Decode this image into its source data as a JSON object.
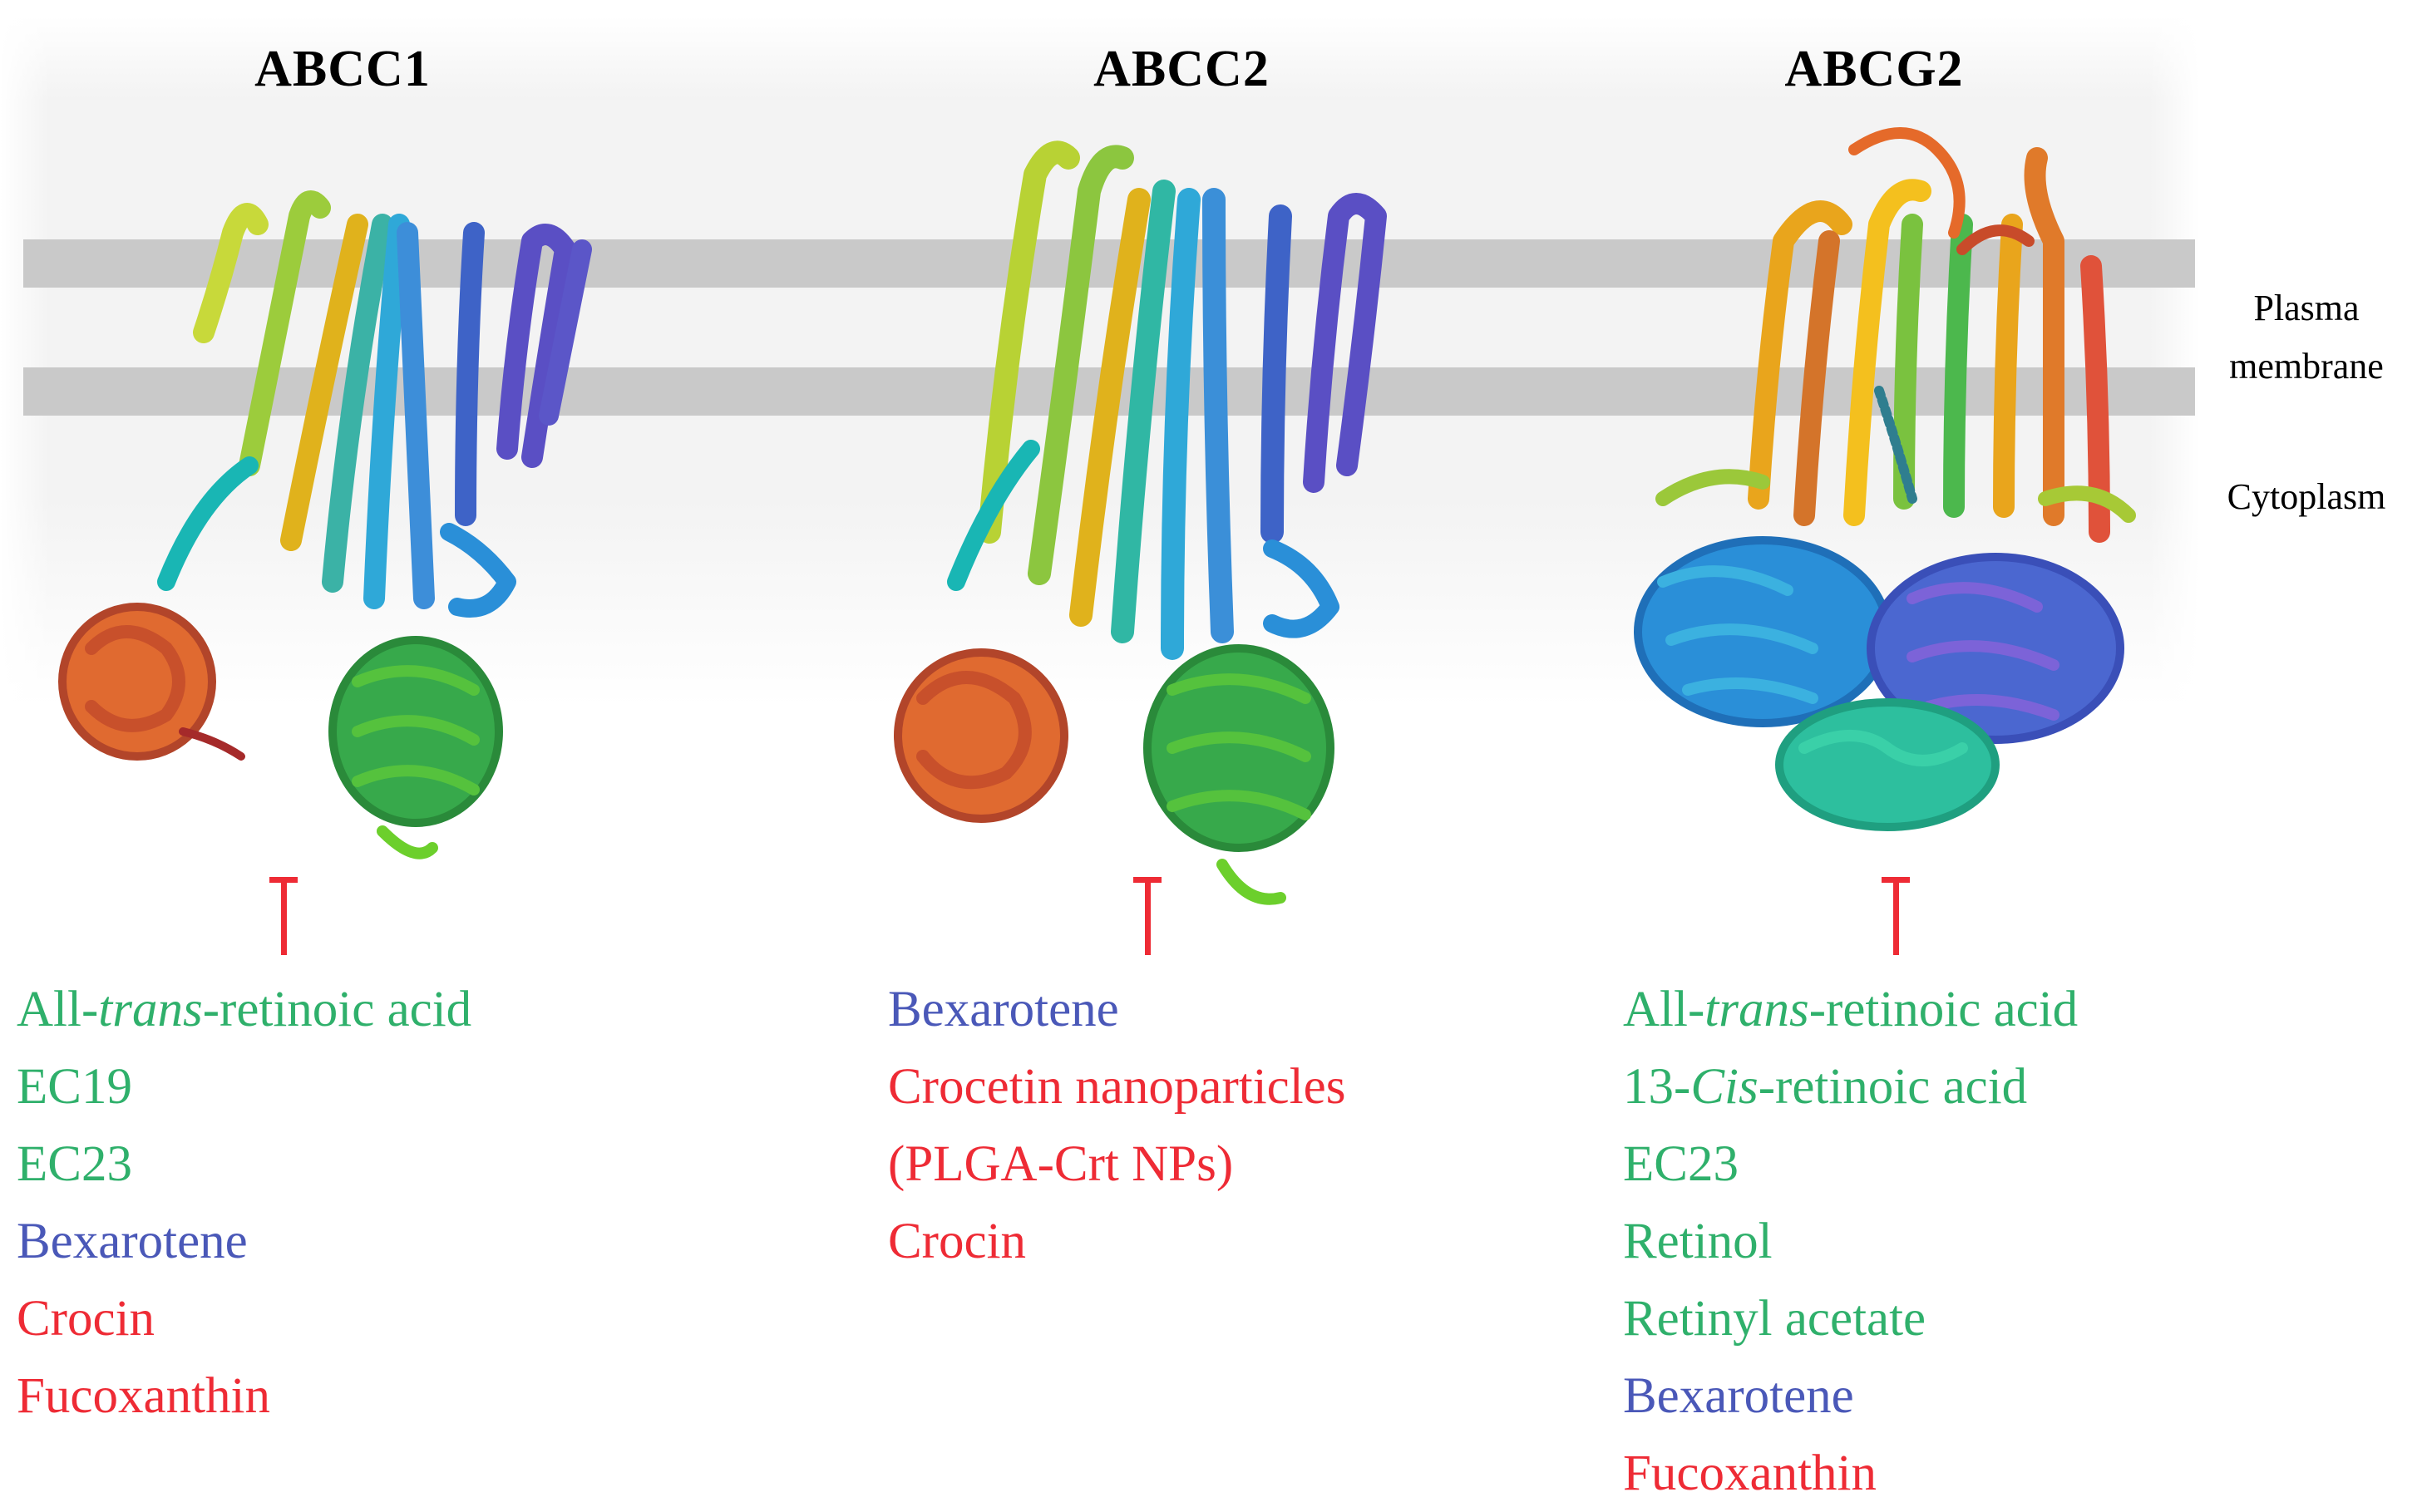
{
  "titles": [
    "ABCC1",
    "ABCC2",
    "ABCG2"
  ],
  "regions": {
    "membrane_line1": "Plasma",
    "membrane_line2": "membrane",
    "cytoplasm": "Cytoplasm"
  },
  "lists": {
    "abcc1": [
      {
        "pre": "All-",
        "em": "trans",
        "post": "-retinoic acid",
        "color": "#2fb06b"
      },
      {
        "pre": "EC19",
        "em": "",
        "post": "",
        "color": "#2fb06b"
      },
      {
        "pre": "EC23",
        "em": "",
        "post": "",
        "color": "#2fb06b"
      },
      {
        "pre": "Bexarotene",
        "em": "",
        "post": "",
        "color": "#4a58b8"
      },
      {
        "pre": "Crocin",
        "em": "",
        "post": "",
        "color": "#ee2b35"
      },
      {
        "pre": "Fucoxanthin",
        "em": "",
        "post": "",
        "color": "#ee2b35"
      }
    ],
    "abcc2": [
      {
        "pre": "Bexarotene",
        "em": "",
        "post": "",
        "color": "#4a58b8"
      },
      {
        "pre": "Crocetin nanoparticles",
        "em": "",
        "post": "",
        "color": "#ee2b35"
      },
      {
        "pre": "(PLGA-Crt NPs)",
        "em": "",
        "post": "",
        "color": "#ee2b35"
      },
      {
        "pre": "Crocin",
        "em": "",
        "post": "",
        "color": "#ee2b35"
      }
    ],
    "abcg2": [
      {
        "pre": "All-",
        "em": "trans",
        "post": "-retinoic acid",
        "color": "#2fb06b"
      },
      {
        "pre": "13-",
        "em": "Cis",
        "post": "-retinoic acid",
        "color": "#2fb06b"
      },
      {
        "pre": "EC23",
        "em": "",
        "post": "",
        "color": "#2fb06b"
      },
      {
        "pre": "Retinol",
        "em": "",
        "post": "",
        "color": "#2fb06b"
      },
      {
        "pre": "Retinyl acetate",
        "em": "",
        "post": "",
        "color": "#2fb06b"
      },
      {
        "pre": "Bexarotene",
        "em": "",
        "post": "",
        "color": "#4a58b8"
      },
      {
        "pre": "Fucoxanthin",
        "em": "",
        "post": "",
        "color": "#ee2b35"
      }
    ]
  },
  "colors": {
    "green": "#2fb06b",
    "blue": "#4a58b8",
    "red": "#ee2b35",
    "membrane_band": "#c9c9c9",
    "background_fade": "#f1f1f1"
  }
}
